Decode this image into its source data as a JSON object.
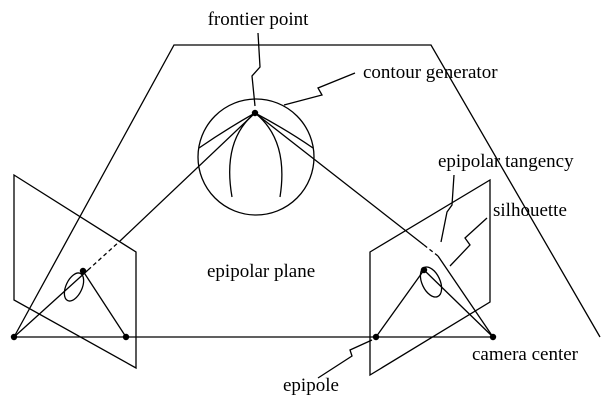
{
  "labels": {
    "frontier_point": "frontier point",
    "contour_generator": "contour generator",
    "epipolar_tangency": "epipolar tangency",
    "silhouette": "silhouette",
    "epipolar_plane": "epipolar plane",
    "camera_center": "camera center",
    "epipole": "epipole"
  }
}
